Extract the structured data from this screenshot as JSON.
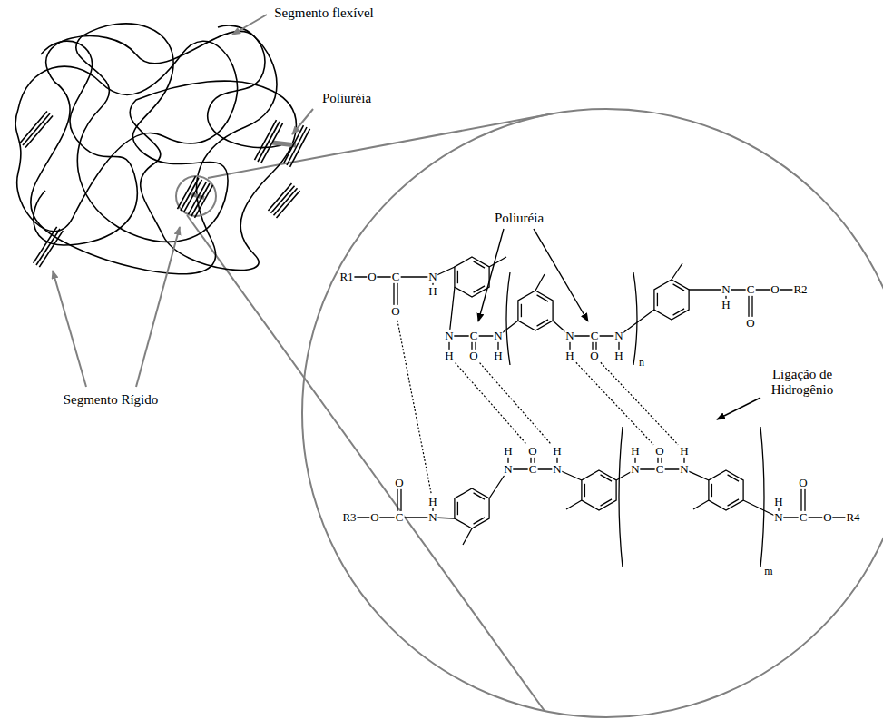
{
  "diagram": {
    "labels": [
      "Segmento flexível",
      "Poliuréia",
      "Segmento Rígido",
      "Poliuréia",
      "Ligação de Hidrogênio",
      "R1",
      "O",
      "C",
      "N",
      "O",
      "H",
      "N",
      "C",
      "N",
      "H",
      "O",
      "H",
      "N",
      "C",
      "N",
      "H",
      "O",
      "H",
      "n",
      "N",
      "C",
      "O",
      "R2",
      "H",
      "O",
      "H",
      "O",
      "R3",
      "O",
      "C",
      "N",
      "H",
      "O",
      "H",
      "N",
      "C",
      "N",
      "H",
      "O",
      "H",
      "N",
      "C",
      "N",
      "H",
      "O",
      "N",
      "C",
      "O",
      "R4",
      "m"
    ]
  }
}
